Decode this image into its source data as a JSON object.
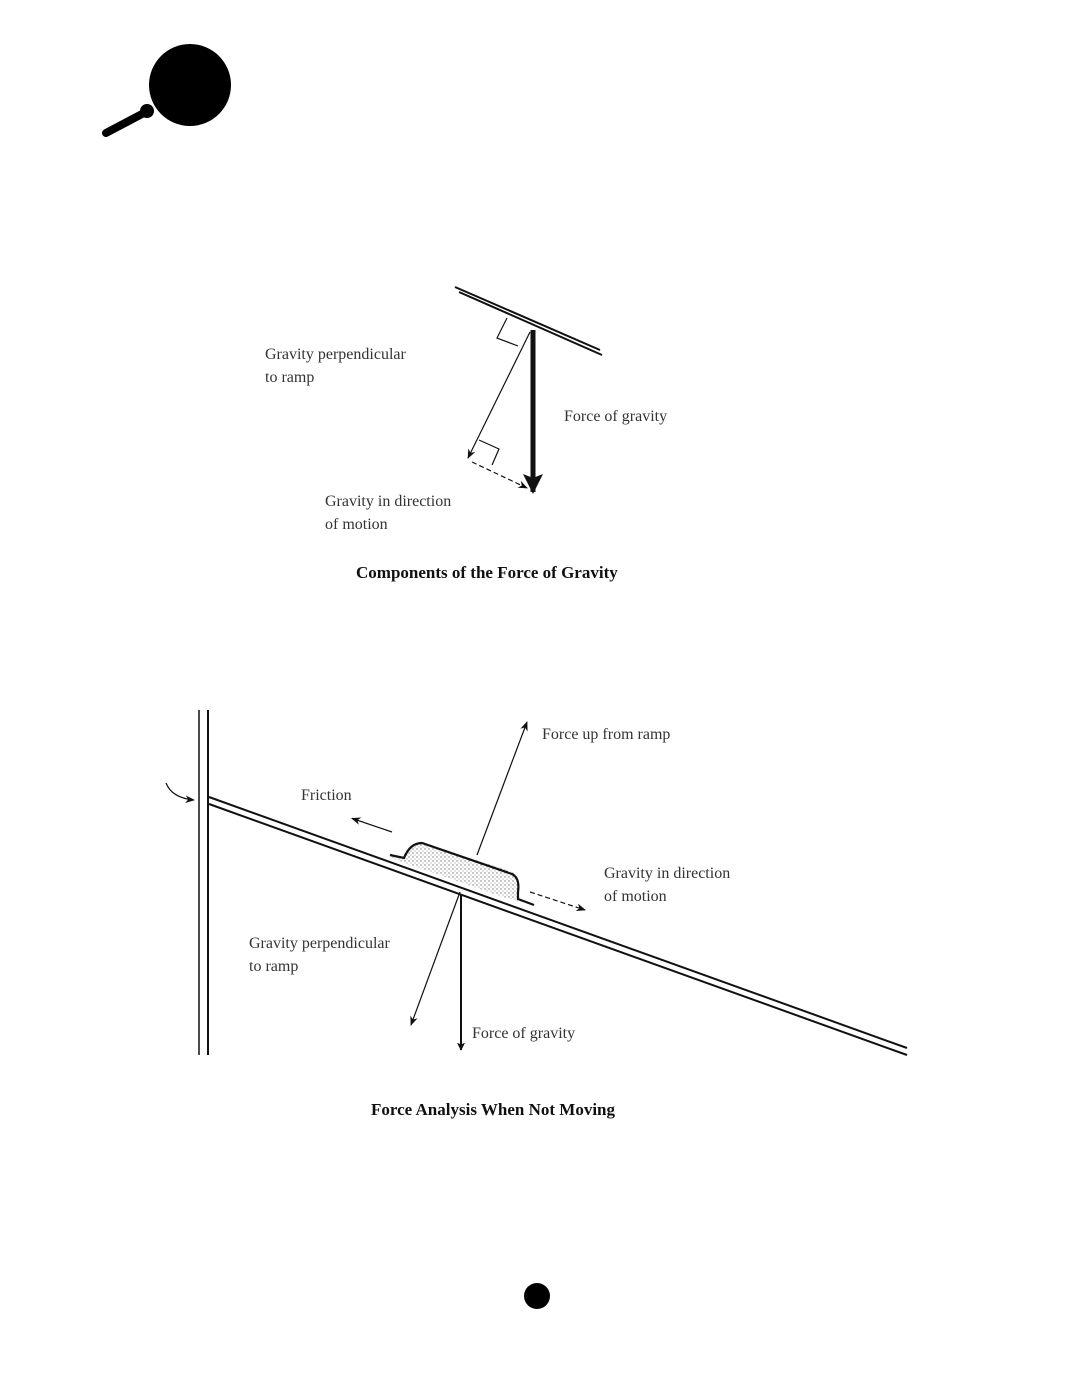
{
  "figure1": {
    "labels": {
      "perp_1": "Gravity perpendicular",
      "perp_2": "to ramp",
      "gravity": "Force of gravity",
      "motion_1": "Gravity in direction",
      "motion_2": "of motion"
    },
    "caption": "Components of the Force of Gravity"
  },
  "figure2": {
    "labels": {
      "up": "Force up from ramp",
      "friction": "Friction",
      "motion_1": "Gravity in direction",
      "motion_2": "of motion",
      "perp_1": "Gravity perpendicular",
      "perp_2": "to ramp",
      "gravity": "Force of gravity"
    },
    "caption": "Force Analysis When Not Moving"
  }
}
